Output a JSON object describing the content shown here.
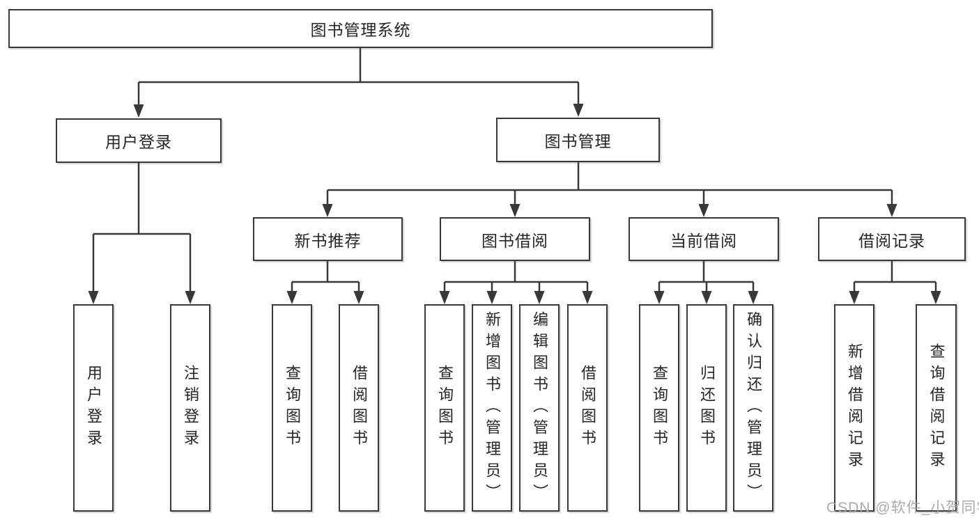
{
  "diagram": {
    "type": "tree",
    "root": {
      "label": "图书管理系统",
      "children": [
        {
          "label": "用户登录",
          "children": [
            {
              "label": "用户登录"
            },
            {
              "label": "注销登录"
            }
          ]
        },
        {
          "label": "图书管理",
          "children": [
            {
              "label": "新书推荐",
              "children": [
                {
                  "label": "查询图书"
                },
                {
                  "label": "借阅图书"
                }
              ]
            },
            {
              "label": "图书借阅",
              "children": [
                {
                  "label": "查询图书"
                },
                {
                  "label": "新增图书（管理员）"
                },
                {
                  "label": "编辑图书（管理员）"
                },
                {
                  "label": "借阅图书"
                }
              ]
            },
            {
              "label": "当前借阅",
              "children": [
                {
                  "label": "查询图书"
                },
                {
                  "label": "归还图书"
                },
                {
                  "label": "确认归还（管理员）"
                }
              ]
            },
            {
              "label": "借阅记录",
              "children": [
                {
                  "label": "新增借阅记录"
                },
                {
                  "label": "查询借阅记录"
                }
              ]
            }
          ]
        }
      ]
    },
    "line_color": "#383838",
    "box_fill": "#ffffff"
  },
  "watermark": {
    "text": "CSDN @软件_小贺同学"
  }
}
